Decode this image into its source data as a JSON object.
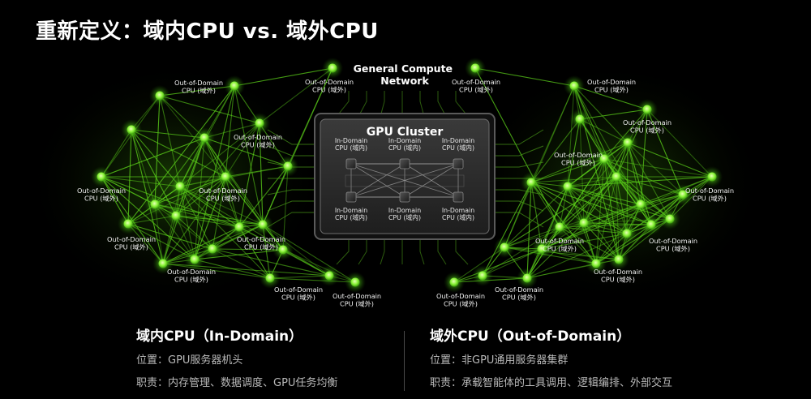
{
  "title": "重新定义：域内CPU vs. 域外CPU",
  "network_label": "General Compute\nNetwork",
  "gpu_cluster": {
    "title": "GPU Cluster",
    "in_domain_label": "In-Domain\nCPU (域内)"
  },
  "out_domain_label": "Out-of-Domain\nCPU (域外)",
  "colors": {
    "accent": "#7CFF2E",
    "node_glow": "#3fb80a",
    "line": "#5cd11a",
    "panel": "#2b2b2b"
  },
  "left_block": {
    "heading": "域内CPU（In-Domain）",
    "position": "位置：GPU服务器机头",
    "duty": "职责：内存管理、数据调度、GPU任务均衡"
  },
  "right_block": {
    "heading": "域外CPU（Out-of-Domain）",
    "position": "位置：非GPU通用服务器集群",
    "duty": "职责：承载智能体的工具调用、逻辑编排、外部交互"
  }
}
